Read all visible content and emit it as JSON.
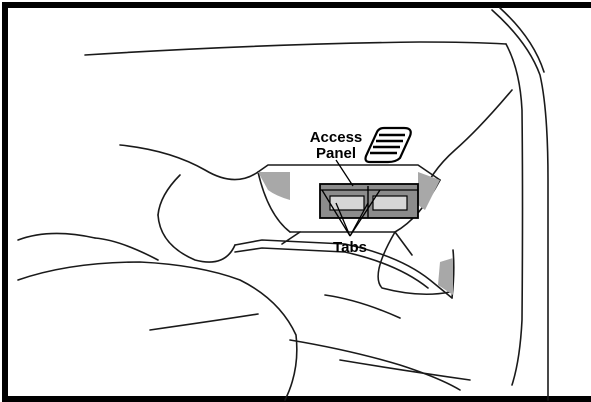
{
  "labels": {
    "access_panel_line1": "Access",
    "access_panel_line2": "Panel",
    "tabs": "Tabs"
  },
  "colors": {
    "frame": "#000000",
    "line": "#1a1a1a",
    "panel_fill": "#8c8c8c",
    "shade_fill": "#a8a8a8",
    "background": "#ffffff"
  }
}
